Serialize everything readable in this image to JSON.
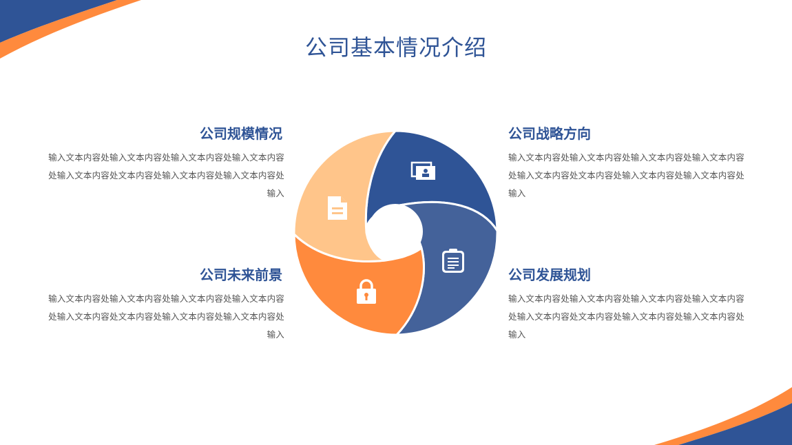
{
  "colors": {
    "accent_blue": "#2f5496",
    "accent_blue_2": "#44629a",
    "accent_orange": "#ff8a3d",
    "accent_peach": "#ffc58a",
    "body_text": "#555555"
  },
  "title": "公司基本情况介绍",
  "sections": {
    "top_left": {
      "heading": "公司规模情况",
      "body": "输入文本内容处输入文本内容处输入文本内容处输入文本内容处输入文本内容处文本内容处输入文本内容处输入文本内容处输入"
    },
    "top_right": {
      "heading": "公司战略方向",
      "body": "输入文本内容处输入文本内容处输入文本内容处输入文本内容处输入文本内容处文本内容处输入文本内容处输入文本内容处输入"
    },
    "bottom_left": {
      "heading": "公司未来前景",
      "body": "输入文本内容处输入文本内容处输入文本内容处输入文本内容处输入文本内容处文本内容处输入文本内容处输入文本内容处输入"
    },
    "bottom_right": {
      "heading": "公司发展规划",
      "body": "输入文本内容处输入文本内容处输入文本内容处输入文本内容处输入文本内容处文本内容处输入文本内容处输入文本内容处输入"
    }
  },
  "icons": {
    "top_left_segment": "document-icon",
    "top_right_segment": "presentation-icon",
    "bottom_right_segment": "clipboard-icon",
    "bottom_left_segment": "lock-icon"
  }
}
